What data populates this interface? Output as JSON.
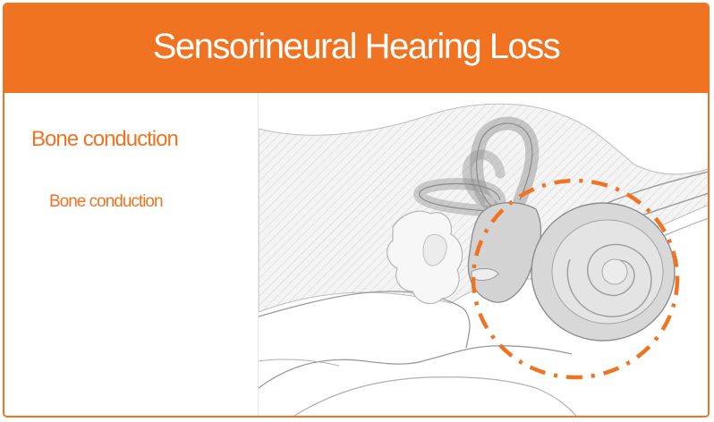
{
  "slide": {
    "title": "Sensorineural Hearing Loss",
    "heading": "Bone conduction",
    "label": "Bone conduction"
  },
  "colors": {
    "accent": "#f07321",
    "title_text": "#ffffff",
    "bone_fill": "#f2f2f2",
    "inner_ear_fill": "#dcdcdc",
    "outline": "#9a9a9a"
  },
  "illustration": {
    "subject": "inner-ear-cochlea-cross-section",
    "highlight": "dashed-circle-around-cochlea"
  }
}
